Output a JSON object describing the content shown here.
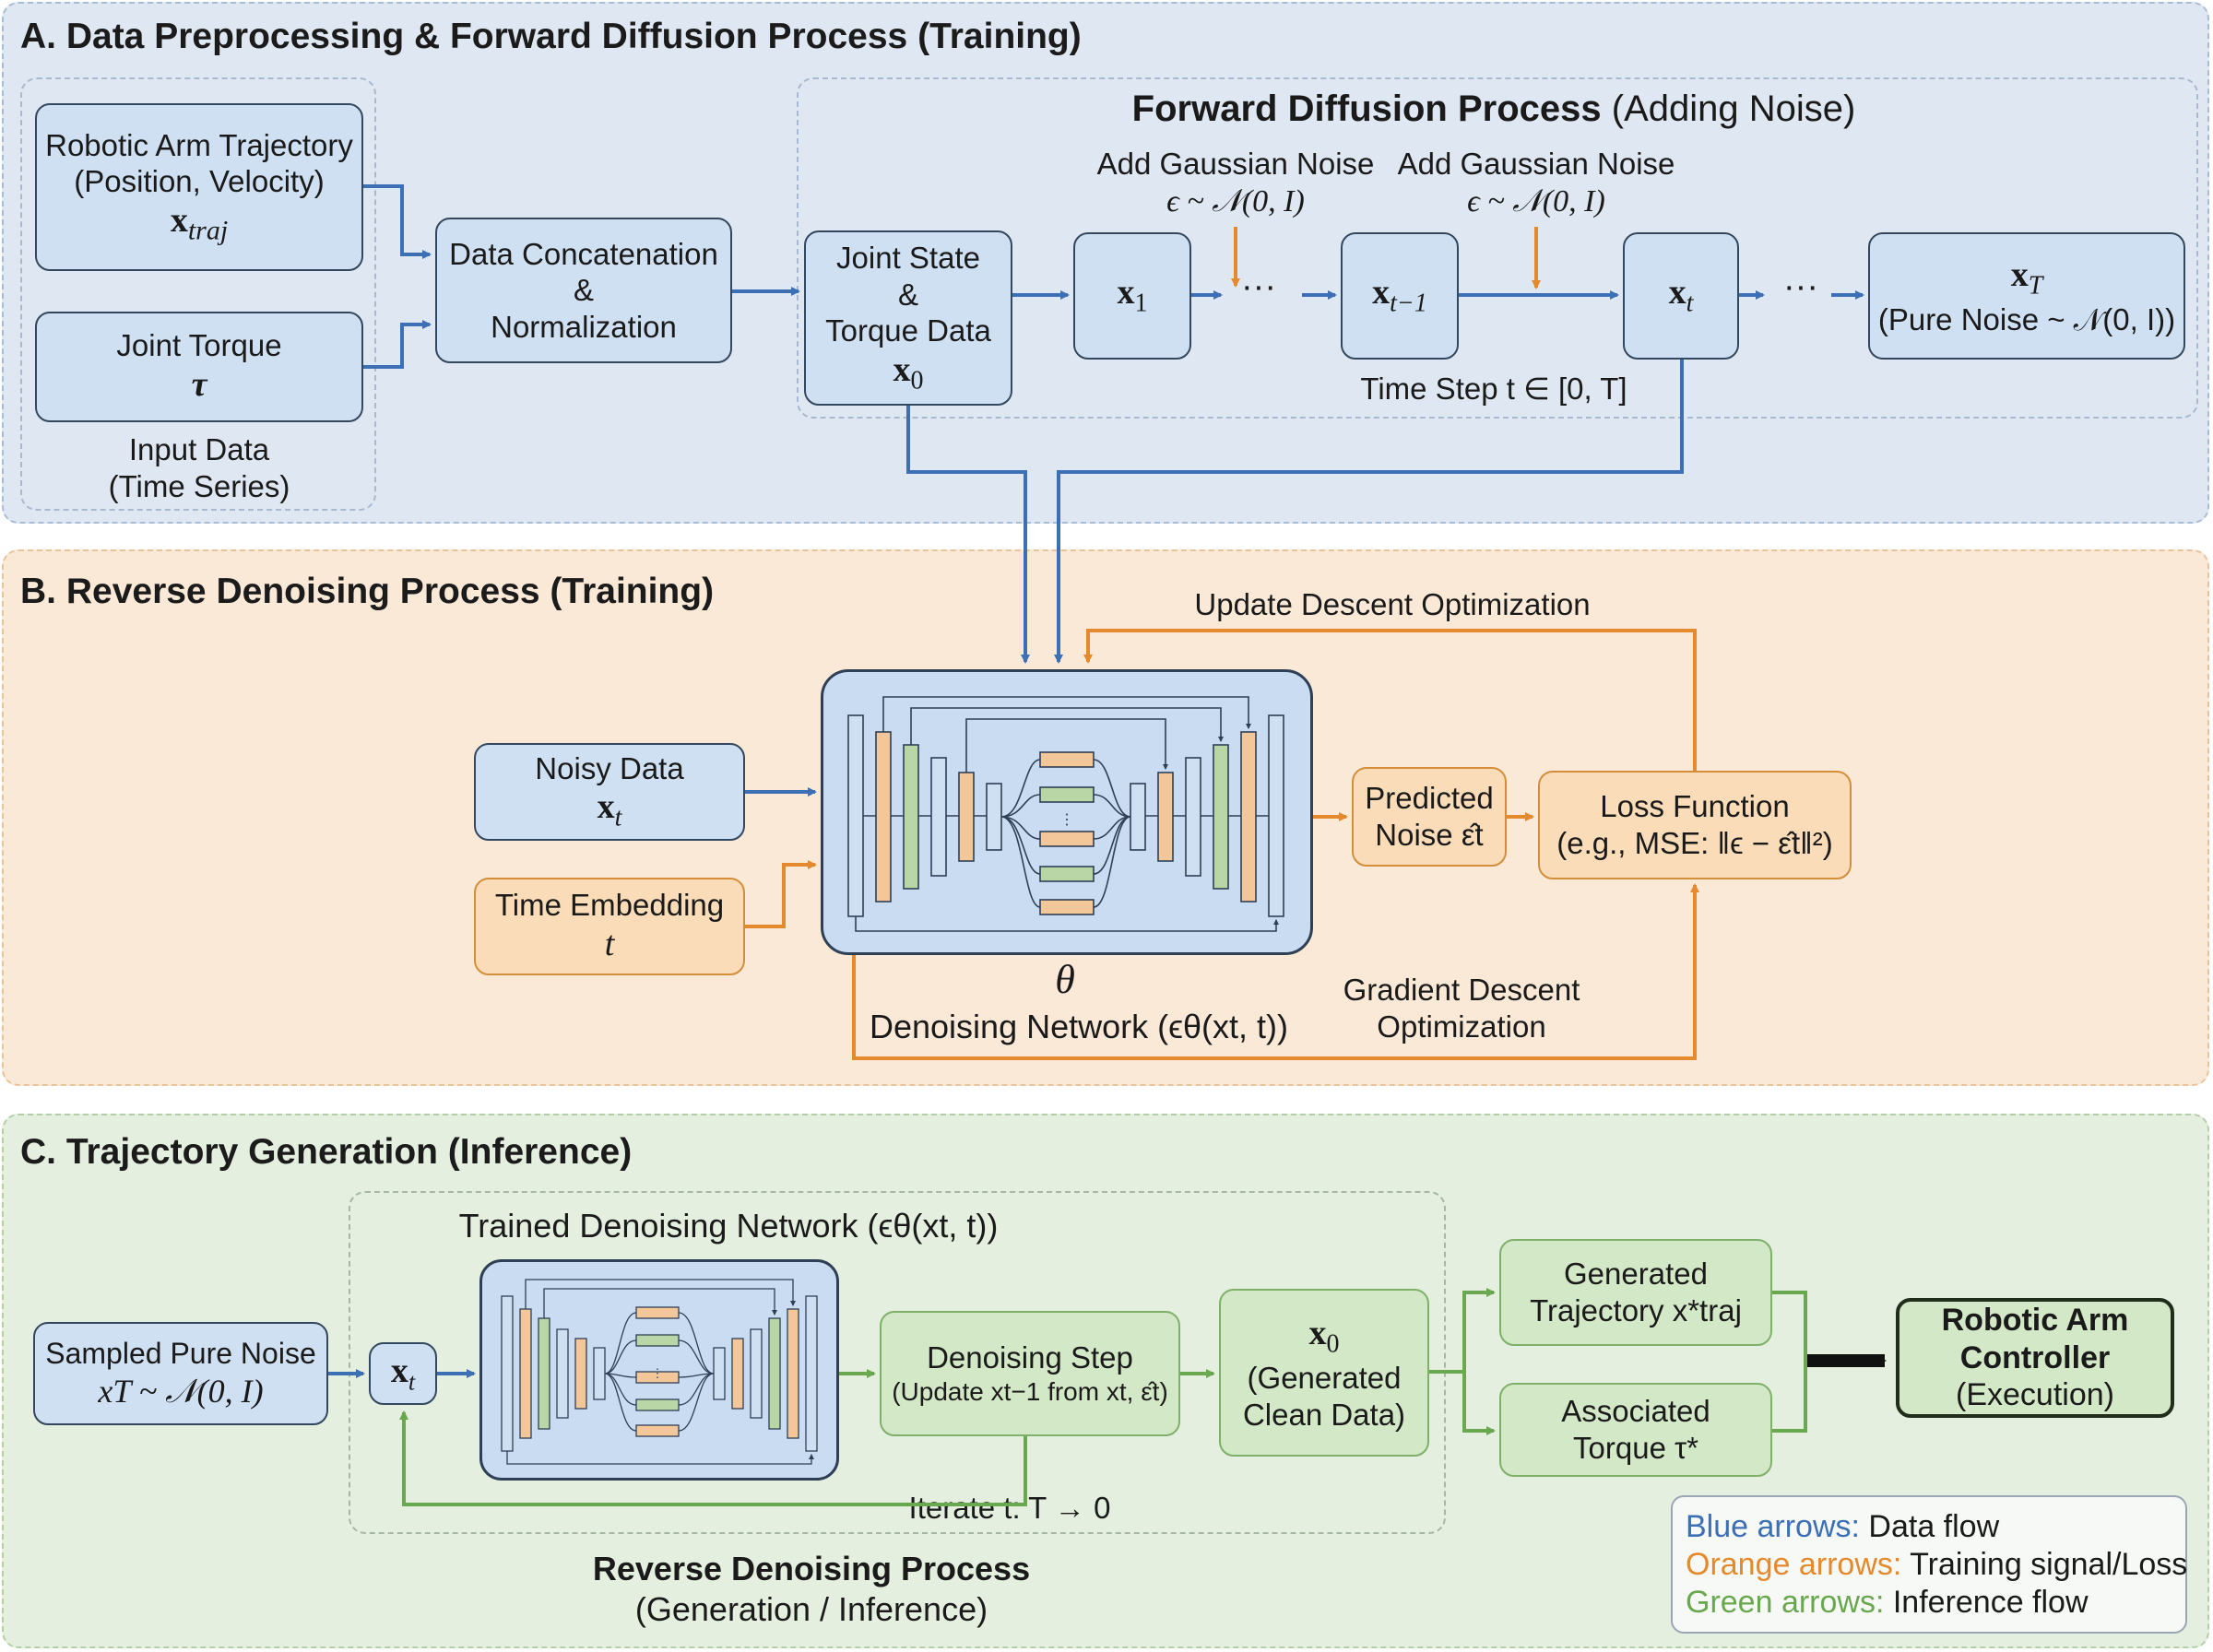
{
  "panels": {
    "a_title": "A. Data Preprocessing & Forward Diffusion Process (Training)",
    "b_title": "B. Reverse Denoising Process (Training)",
    "c_title": "C. Trajectory Generation (Inference)"
  },
  "section_a": {
    "trajectory_line1": "Robotic Arm Trajectory",
    "trajectory_line2": "(Position, Velocity)",
    "trajectory_sym": "x",
    "trajectory_sub": "traj",
    "torque_label": "Joint Torque",
    "torque_sym": "τ",
    "input_line1": "Input Data",
    "input_line2": "(Time Series)",
    "concat_line1": "Data Concatenation",
    "concat_line2": "&",
    "concat_line3": "Normalization",
    "forward_title_bold": "Forward Diffusion Process",
    "forward_title_rest": " (Adding Noise)",
    "noise_label_1": "Add Gaussian Noise",
    "noise_formula_1": "ϵ ~ 𝒩(0, I)",
    "noise_label_2": "Add Gaussian Noise",
    "noise_formula_2": "ϵ ~ 𝒩(0, I)",
    "joint_line1": "Joint State",
    "joint_line2": "&",
    "joint_line3": "Torque Data",
    "joint_sym": "x",
    "joint_sub": "0",
    "x1_sym": "x",
    "x1_sub": "1",
    "xt1_sym": "x",
    "xt1_sub": "t−1",
    "xt_sym": "x",
    "xt_sub": "t",
    "dots": "···",
    "xT_sym": "x",
    "xT_sub": "T",
    "xT_caption": "(Pure Noise ~ 𝒩(0, I))",
    "timestep": "Time Step t ∈ [0, T]"
  },
  "section_b": {
    "noisy_label": "Noisy Data",
    "noisy_sym": "x",
    "noisy_sub": "t",
    "time_label": "Time Embedding",
    "time_sym": "t",
    "theta": "θ",
    "network_caption": "Denoising Network (ϵθ(xt, t))",
    "predicted_line1": "Predicted",
    "predicted_line2": "Noise ε̂t",
    "loss_line1": "Loss Function",
    "loss_line2": "(e.g., MSE: ‖ϵ − ε̂t‖²)",
    "update_label": "Update Descent Optimization",
    "gradient_line1": "Gradient Descent",
    "gradient_line2": "Optimization"
  },
  "section_c": {
    "sampled_line1": "Sampled Pure Noise",
    "sampled_line2": "xT ~ 𝒩(0, I)",
    "xt_sym": "x",
    "xt_sub": "t",
    "trained_label": "Trained Denoising Network (ϵθ(xt, t))",
    "step_line1": "Denoising Step",
    "step_line2": "(Update xt−1 from xt, ε̂t)",
    "x0_sym": "x",
    "x0_sub": "0",
    "x0_line1": "(Generated",
    "x0_line2": "Clean Data)",
    "gen_line1": "Generated",
    "gen_line2": "Trajectory x*traj",
    "assoc_line1": "Associated",
    "assoc_line2": "Torque τ*",
    "controller_line1": "Robotic Arm",
    "controller_line2": "Controller",
    "controller_line3": "(Execution)",
    "iterate": "Iterate t: T → 0",
    "reverse_title": "Reverse Denoising Process",
    "reverse_sub": "(Generation / Inference)"
  },
  "legend": {
    "blue_key": "Blue arrows:",
    "blue_val": " Data flow",
    "orange_key": "Orange arrows:",
    "orange_val": " Training signal/Loss",
    "green_key": "Green arrows:",
    "green_val": " Inference flow",
    "blue_color": "#3d6fb5",
    "orange_color": "#e58a2c",
    "green_color": "#6aa84f"
  }
}
